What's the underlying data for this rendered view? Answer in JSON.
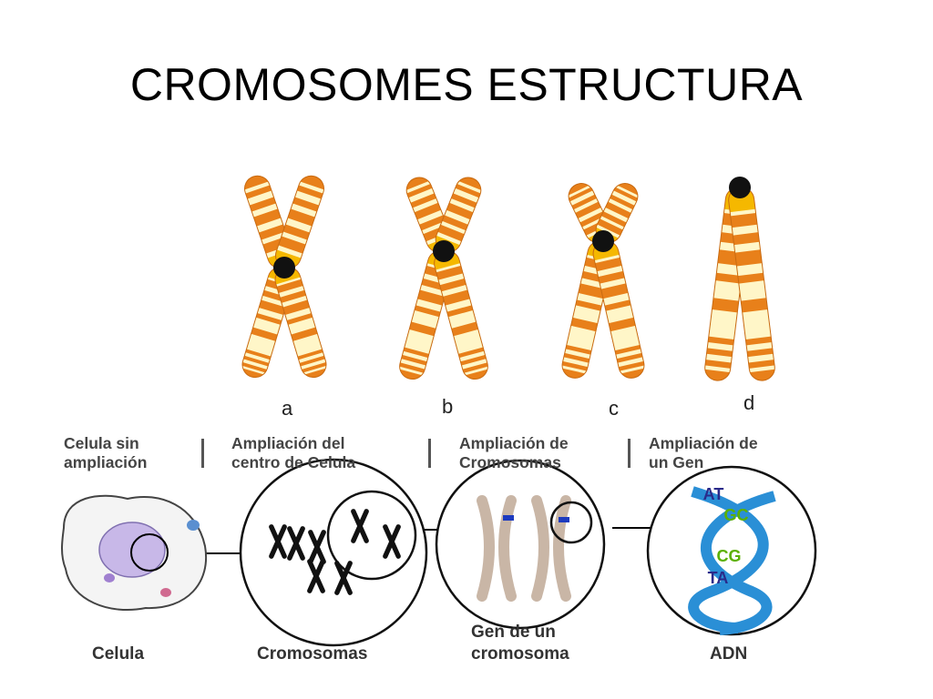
{
  "slide": {
    "title": "CROMOSOMES ESTRUCTURA"
  },
  "chromosome_types": [
    {
      "label": "a"
    },
    {
      "label": "b"
    },
    {
      "label": "c"
    },
    {
      "label": "d"
    }
  ],
  "headers": [
    {
      "line1": "Celula sin",
      "line2": "ampliación"
    },
    {
      "line1": "Ampliación del",
      "line2": "centro de Celula"
    },
    {
      "line1": "Ampliación de",
      "line2": "Cromosomas"
    },
    {
      "line1": "Ampliación de",
      "line2": "un Gen"
    }
  ],
  "bottom_labels": {
    "cell": "Celula",
    "chromosomes": "Cromosomas",
    "gene_line1": "Gen de un",
    "gene_line2": "cromosoma",
    "dna": "ADN"
  },
  "dna_bases": [
    "AT",
    "GC",
    "CG",
    "TA"
  ],
  "colors": {
    "band_orange": "#e8801a",
    "band_yellow": "#f5b800",
    "chromatid_light": "#fff6c8",
    "centromere": "#111111",
    "dna_blue": "#2a8fd6",
    "base_green": "#5bb000",
    "chromosome_tan": "#c9b6a6",
    "gene_band": "#1d3bbf"
  }
}
